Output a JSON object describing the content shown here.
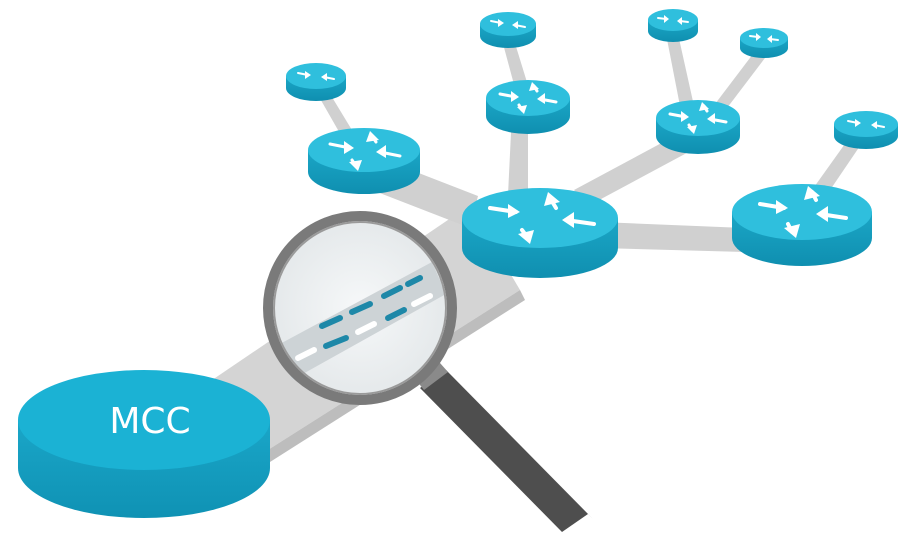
{
  "diagram": {
    "kind": "network-topology-tree",
    "root_node": {
      "label": "MCC",
      "shape": "cylinder-disk",
      "color": "#1aaed0"
    },
    "router_icon": "router-icon",
    "magnifier_icon": "magnifying-glass-icon",
    "colors": {
      "router_top": "#2ec0de",
      "router_side": "#139ec0",
      "link": "#cfcfcf",
      "link_shadow": "#b5b5b5",
      "magnifier_rim": "#7b7b7b",
      "magnifier_handle": "#555555",
      "packet": "#1e88a8"
    }
  }
}
